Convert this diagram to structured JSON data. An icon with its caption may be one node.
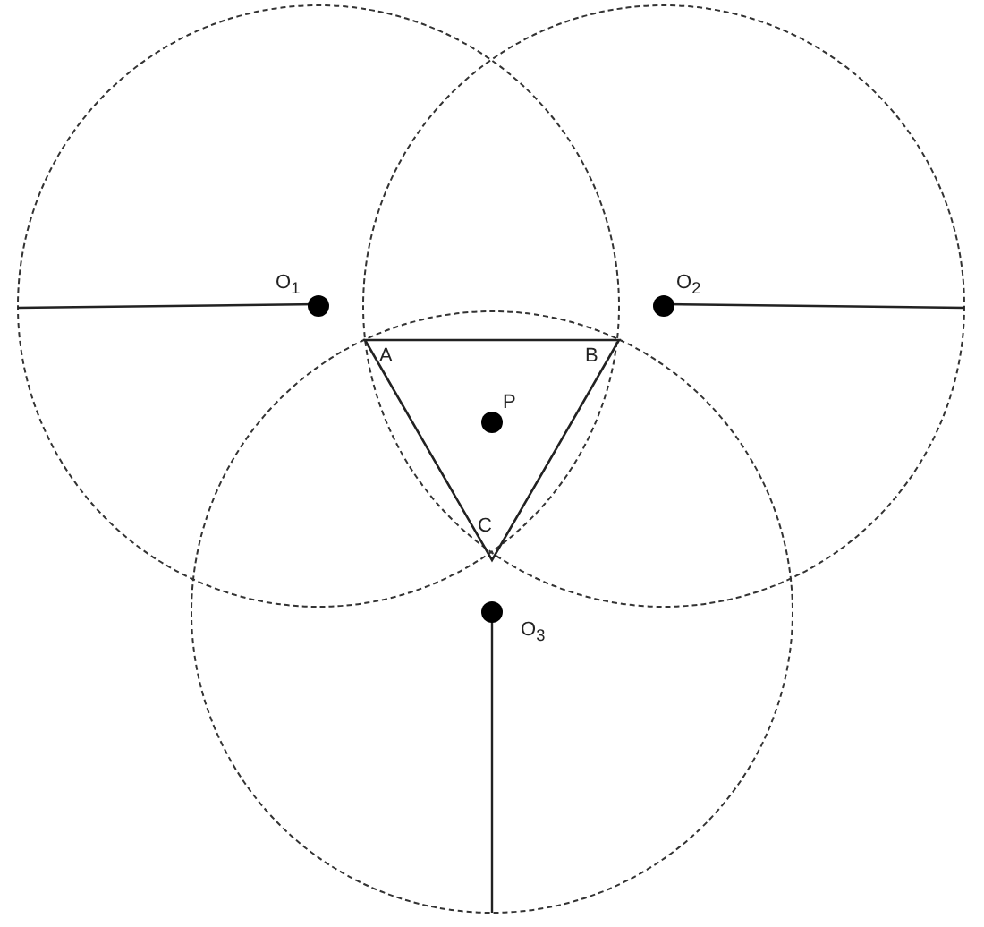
{
  "diagram": {
    "labels": [
      "O$_{1}$",
      "O$_{2}$",
      "O$_{3}$",
      "A",
      "B",
      "C",
      "P"
    ]
  }
}
